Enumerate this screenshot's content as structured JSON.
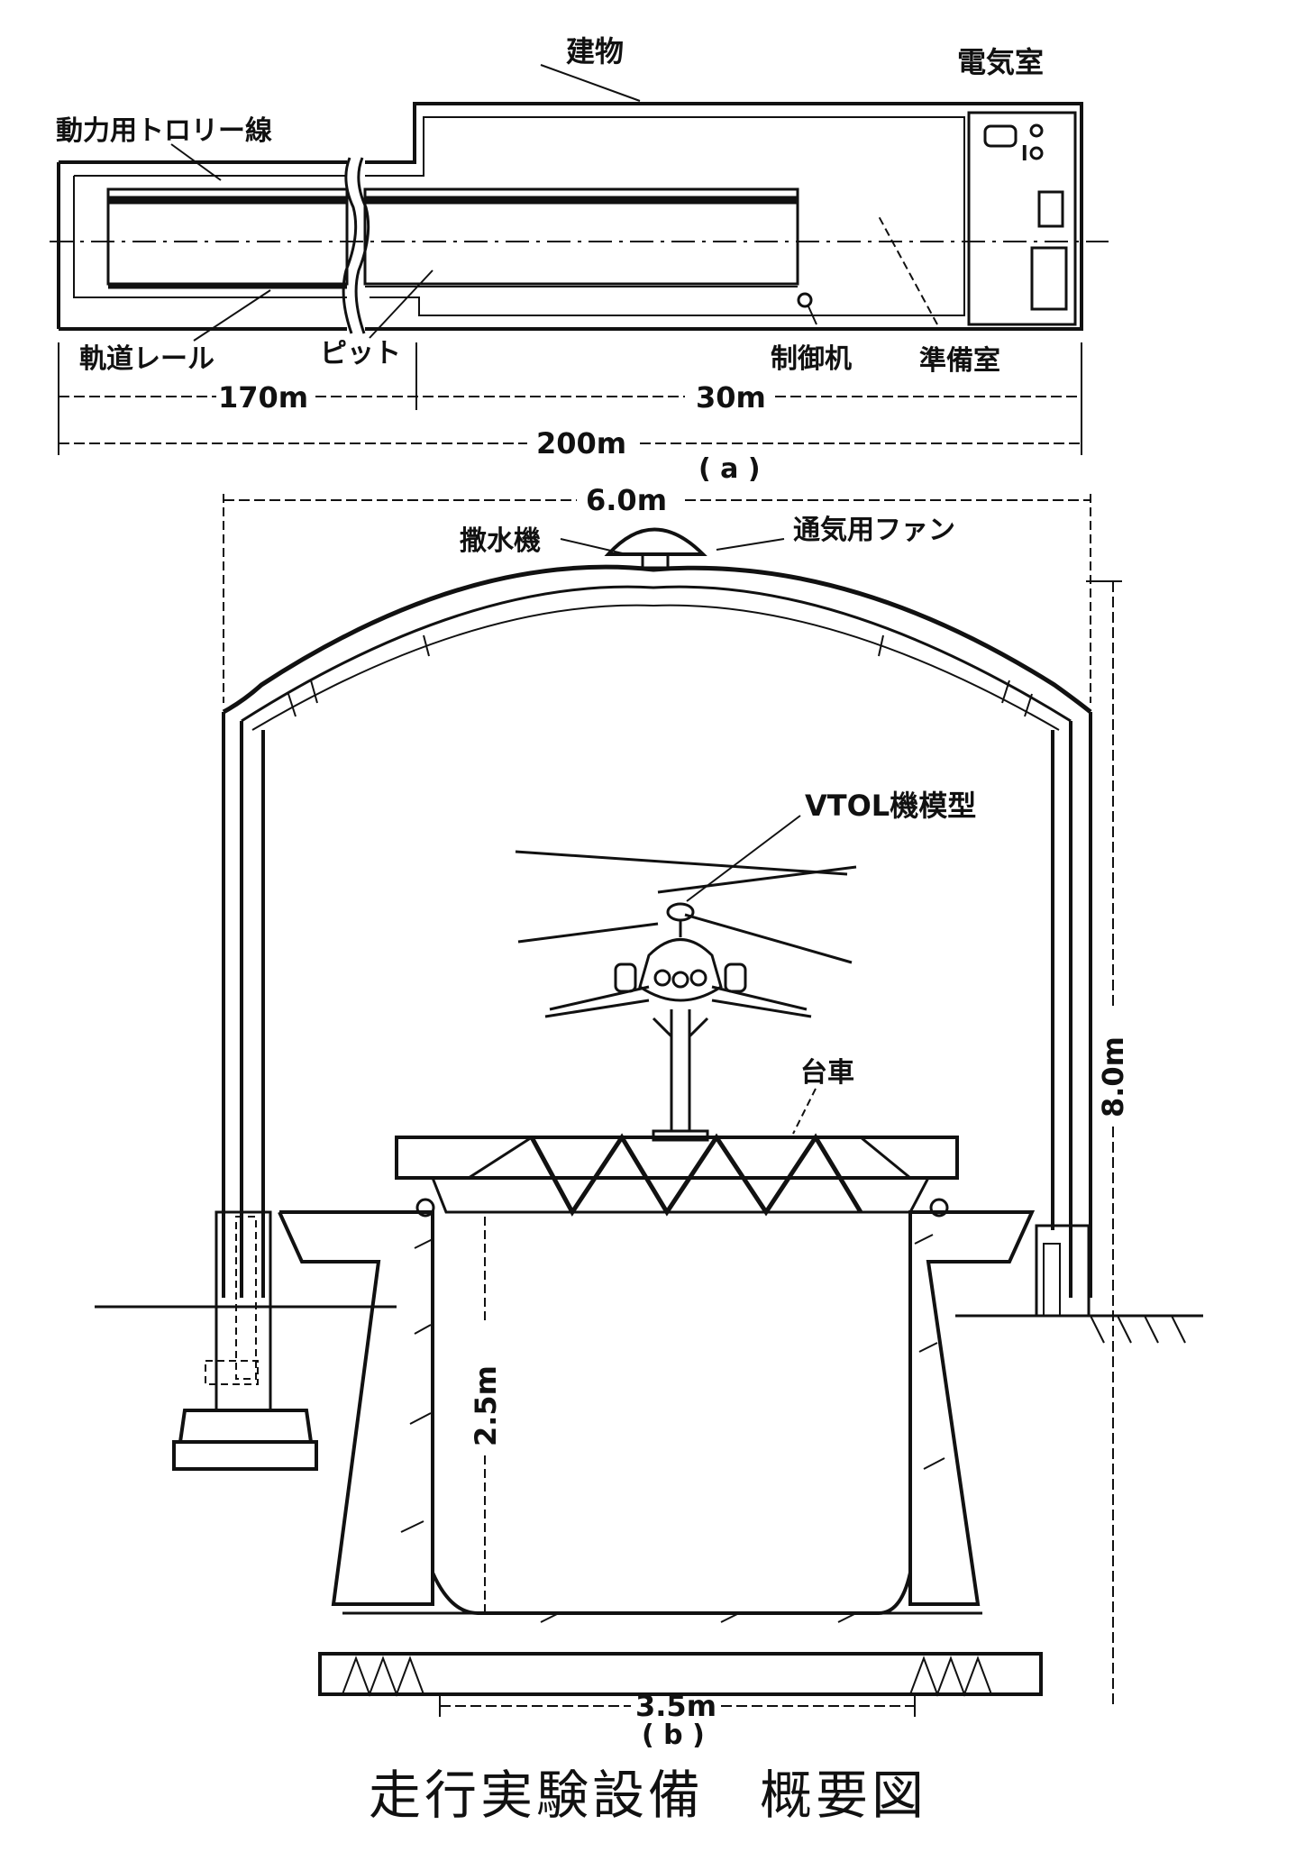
{
  "plan_view": {
    "labels": {
      "building": "建物",
      "electrical_room": "電気室",
      "power_trolley_wire": "動力用トロリー線",
      "track_rail": "軌道レール",
      "pit": "ピット",
      "control_unit": "制御机",
      "preparation_room": "準備室"
    },
    "dimensions": {
      "left_length": "170m",
      "right_length": "30m",
      "total_length": "200m"
    },
    "sub_label": "( a )"
  },
  "section_view": {
    "labels": {
      "water_sprinkler": "撒水機",
      "ventilation_fan": "通気用ファン",
      "vtol_model": "VTOL機模型",
      "carriage": "台車"
    },
    "dimensions": {
      "width_top": "6.0m",
      "height": "8.0m",
      "pit_depth": "2.5m",
      "track_gauge": "3.5m"
    },
    "sub_label": "( b )"
  },
  "caption": "走行実験設備　概要図",
  "colors": {
    "ink": "#111111",
    "paper": "#ffffff"
  }
}
